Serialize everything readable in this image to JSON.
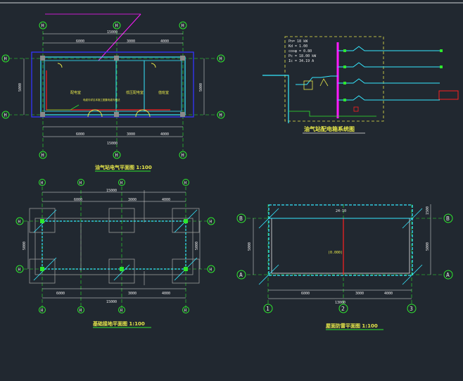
{
  "colors": {
    "background": "#212830",
    "axis": "#2ee82e",
    "wall": "#35e8ff",
    "dim": "#e8e8e8",
    "magenta": "#ff1aff",
    "yellow": "#e8e84a",
    "red": "#ff2020",
    "blue": "#3434ff"
  },
  "plan1": {
    "axis_top": [
      "H",
      "H",
      "H"
    ],
    "axis_left": [
      "H",
      "H"
    ],
    "axis_right": [
      "H",
      "H"
    ],
    "axis_bottom": [
      "H",
      "H",
      "H"
    ],
    "dim_top_total": "15000",
    "dim_top_segments": [
      "6000",
      "3000",
      "4000"
    ],
    "dim_bottom_segments": [
      "6000",
      "3000",
      "4000"
    ],
    "dim_bottom_total": "15000",
    "dim_left": "5000",
    "dim_right": "5000",
    "room_labels": [
      "配电室",
      "低压配电室",
      "值班室"
    ],
    "note": "电缆沟详见本施工图集电缆沟做法",
    "title": "油气站电气平面图 1:100"
  },
  "system": {
    "params": [
      "Pn= 18 kW",
      "Kd = 1.00",
      "cosφ = 0.80",
      "Pc = 18.00 kW",
      "Ic = 34.19 A"
    ],
    "title": "油气站配电箱系统图"
  },
  "plan2": {
    "axis_top": [
      "H",
      "H",
      "H",
      "H"
    ],
    "axis_bottom": [
      "H",
      "H",
      "H",
      "H"
    ],
    "axis_left": [
      "H",
      "H"
    ],
    "axis_right": [
      "H",
      "H"
    ],
    "dim_top_total": "15000",
    "dim_top_segments": [
      "6000",
      "3000",
      "4000"
    ],
    "dim_bottom_segments": [
      "6000",
      "3000",
      "4000"
    ],
    "dim_bottom_total": "15000",
    "dim_left": "5000",
    "dim_right": "5000",
    "title": "基础接地平面图 1:100"
  },
  "plan3": {
    "axis_left": [
      "B",
      "A"
    ],
    "axis_right": [
      "B",
      "A"
    ],
    "axis_bottom": [
      "1",
      "2",
      "3"
    ],
    "top_label": "24-10",
    "left_label": "5000",
    "right_label": "5000",
    "side_label": "1500",
    "dim_bottom_segments": [
      "6000",
      "3000",
      "4000"
    ],
    "dim_bottom_total": "13000",
    "center_label": "(0.000)",
    "title": "屋面防雷平面图 1:100"
  }
}
